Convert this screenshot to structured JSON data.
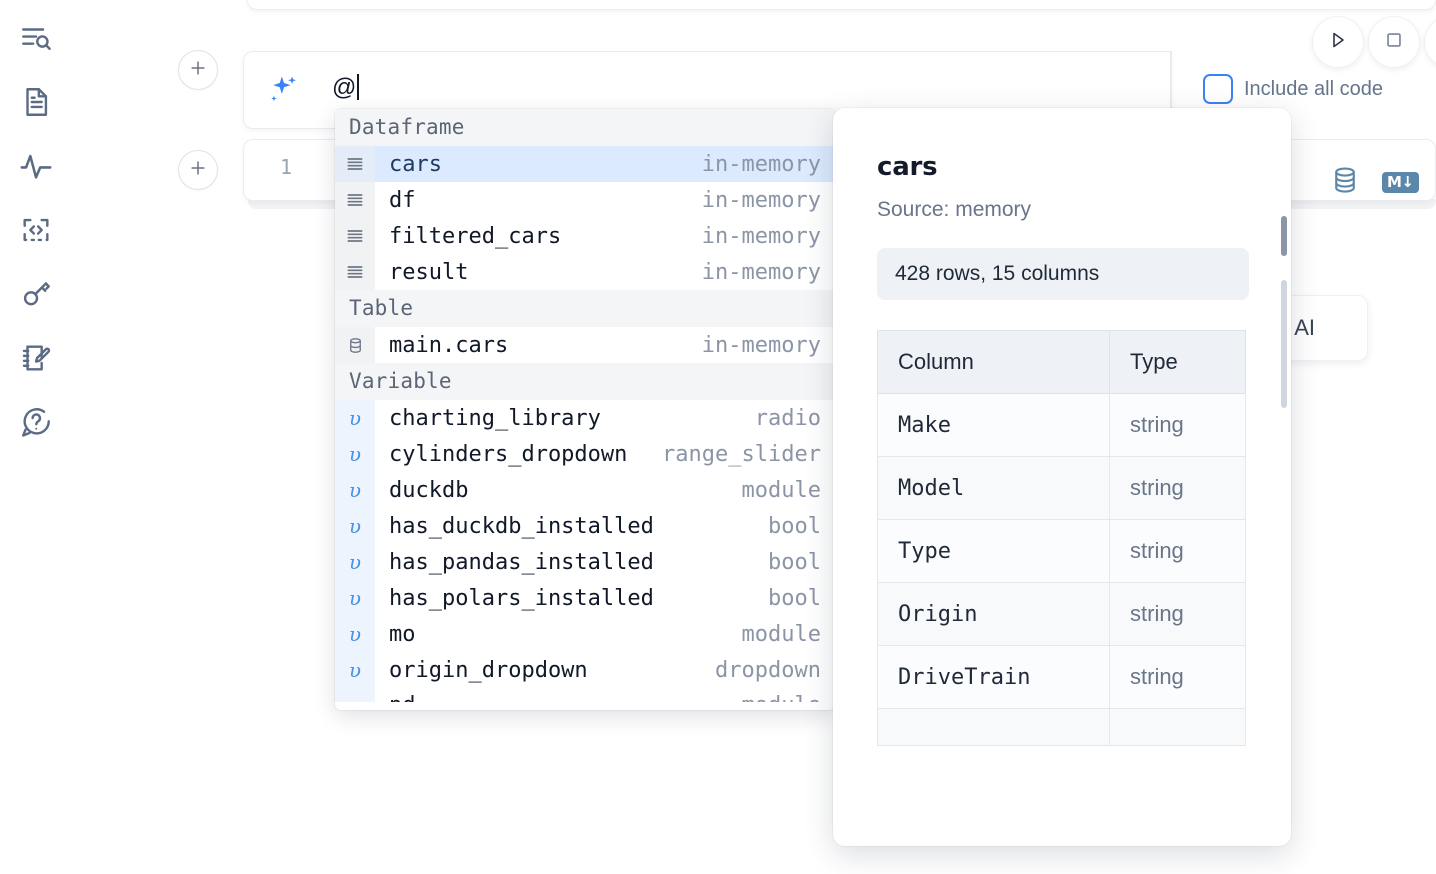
{
  "sidebar": {
    "items": [
      {
        "name": "outline-search-icon",
        "label": "Outline"
      },
      {
        "name": "file-document-icon",
        "label": "Files"
      },
      {
        "name": "activity-pulse-icon",
        "label": "Activity"
      },
      {
        "name": "code-snippets-icon",
        "label": "Snippets"
      },
      {
        "name": "key-secrets-icon",
        "label": "Secrets"
      },
      {
        "name": "scratchpad-edit-icon",
        "label": "Scratchpad"
      },
      {
        "name": "help-question-icon",
        "label": "Help"
      }
    ]
  },
  "toolbar": {
    "run_label": "Run",
    "stop_label": "Stop",
    "more_label": "More"
  },
  "ai_prompt": {
    "value": "@",
    "sparkle_icon": "sparkles-icon",
    "include_all_code_label": "Include all code",
    "include_all_code_checked": false
  },
  "code_cell": {
    "line_number": "1",
    "sql_icon": "database-icon",
    "markdown_badge": "M↓"
  },
  "ghost_card": {
    "label": "h AI"
  },
  "autocomplete": {
    "groups": [
      {
        "title": "Dataframe",
        "kind": "dataframe",
        "items": [
          {
            "name": "cars",
            "type": "in-memory",
            "selected": true
          },
          {
            "name": "df",
            "type": "in-memory",
            "selected": false
          },
          {
            "name": "filtered_cars",
            "type": "in-memory",
            "selected": false
          },
          {
            "name": "result",
            "type": "in-memory",
            "selected": false
          }
        ]
      },
      {
        "title": "Table",
        "kind": "table",
        "items": [
          {
            "name": "main.cars",
            "type": "in-memory",
            "selected": false
          }
        ]
      },
      {
        "title": "Variable",
        "kind": "variable",
        "items": [
          {
            "name": "charting_library",
            "type": "radio",
            "selected": false
          },
          {
            "name": "cylinders_dropdown",
            "type": "range_slider",
            "selected": false
          },
          {
            "name": "duckdb",
            "type": "module",
            "selected": false
          },
          {
            "name": "has_duckdb_installed",
            "type": "bool",
            "selected": false
          },
          {
            "name": "has_pandas_installed",
            "type": "bool",
            "selected": false
          },
          {
            "name": "has_polars_installed",
            "type": "bool",
            "selected": false
          },
          {
            "name": "mo",
            "type": "module",
            "selected": false
          },
          {
            "name": "origin_dropdown",
            "type": "dropdown",
            "selected": false
          },
          {
            "name": "pd",
            "type": "module",
            "selected": false,
            "clipped": true
          }
        ]
      }
    ]
  },
  "detail_panel": {
    "title": "cars",
    "source": "Source: memory",
    "stats": "428 rows, 15 columns",
    "table": {
      "headers": [
        "Column",
        "Type"
      ],
      "rows": [
        [
          "Make",
          "string"
        ],
        [
          "Model",
          "string"
        ],
        [
          "Type",
          "string"
        ],
        [
          "Origin",
          "string"
        ],
        [
          "DriveTrain",
          "string"
        ],
        [
          "",
          ""
        ]
      ]
    }
  },
  "colors": {
    "accent_blue": "#3b82f6",
    "selection_blue": "#dbeafe",
    "muted_text": "#8b95a6",
    "panel_stat_bg": "#eef2f7",
    "sql_icon": "#5b87ab"
  }
}
